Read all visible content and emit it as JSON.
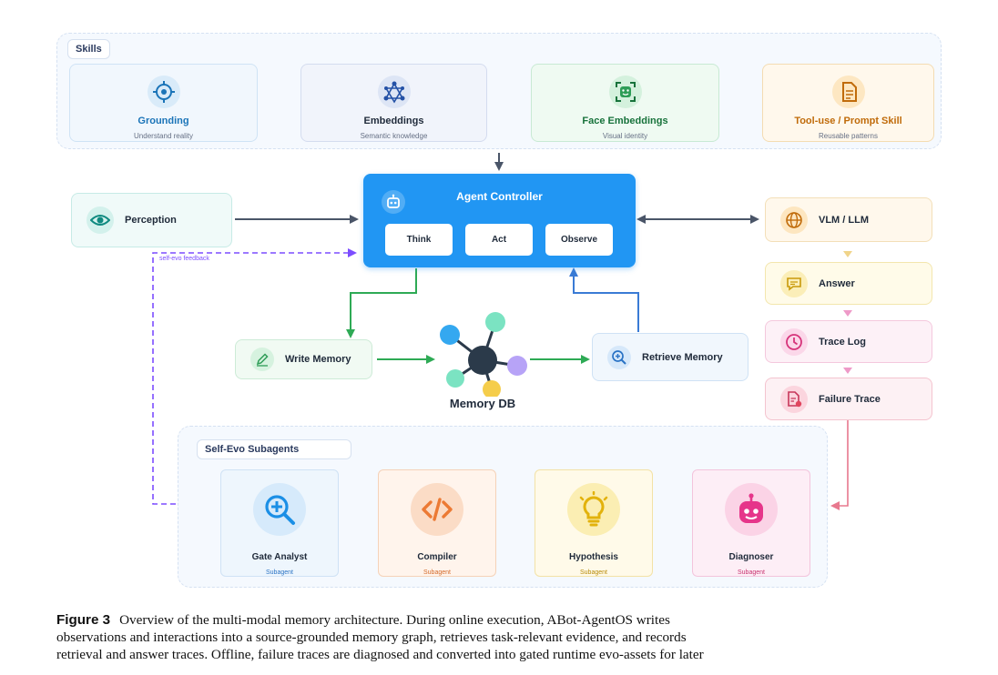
{
  "skills": {
    "title": "Skills",
    "items": [
      {
        "title": "Grounding",
        "subtitle": "Understand reality"
      },
      {
        "title": "Embeddings",
        "subtitle": "Semantic knowledge"
      },
      {
        "title": "Face Embeddings",
        "subtitle": "Visual identity"
      },
      {
        "title": "Tool-use / Prompt Skill",
        "subtitle": "Reusable patterns"
      }
    ]
  },
  "perception": {
    "label": "Perception"
  },
  "self_evo_feedback": "self-evo feedback",
  "controller": {
    "title": "Agent Controller",
    "steps": [
      "Think",
      "Act",
      "Observe"
    ]
  },
  "vlm": {
    "label": "VLM / LLM"
  },
  "pipeline": [
    "Answer",
    "Trace Log",
    "Failure Trace"
  ],
  "memory": {
    "write": "Write Memory",
    "db": "Memory DB",
    "retrieve": "Retrieve Memory"
  },
  "subagents": {
    "title": "Self-Evo Subagents",
    "items": [
      {
        "title": "Gate Analyst",
        "subtitle": "Subagent"
      },
      {
        "title": "Compiler",
        "subtitle": "Subagent"
      },
      {
        "title": "Hypothesis",
        "subtitle": "Subagent"
      },
      {
        "title": "Diagnoser",
        "subtitle": "Subagent"
      }
    ]
  },
  "caption": {
    "label": "Figure 3",
    "line1": "Overview of the multi-modal memory architecture. During online execution, ABot-AgentOS writes",
    "line2": "observations and interactions into a source-grounded memory graph, retrieves task-relevant evidence, and records",
    "line3": "retrieval and answer traces. Offline, failure traces are diagnosed and converted into gated runtime evo-assets for later"
  },
  "colors": {
    "grounding": "#1b74b8",
    "embeddings": "#1f2a3a",
    "face": "#17723b",
    "tool": "#c06b0a",
    "controller": "#2196f3",
    "write_arrow": "#2eaa55",
    "retrieve_arrow": "#3a7bd5",
    "feedback": "#7c4dff",
    "failure_arrow": "#e8788e",
    "sub_arrow": "#6a3ab8"
  }
}
